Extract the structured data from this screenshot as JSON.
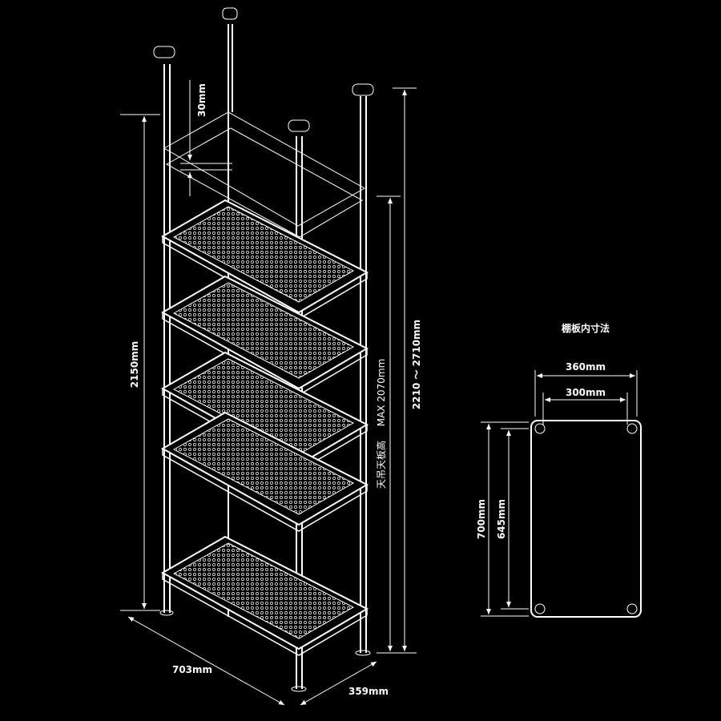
{
  "rack": {
    "dim_total_height": "2150mm",
    "dim_top_gap": "30mm",
    "dim_adjust_range": "2210 ～ 2710mm",
    "dim_max_label": "天吊天板高",
    "dim_max_value": "MAX 2070mm",
    "dim_width": "703mm",
    "dim_depth": "359mm"
  },
  "plan": {
    "title": "棚板内寸法",
    "outer_width": "360mm",
    "inner_width": "300mm",
    "outer_length": "700mm",
    "inner_length": "645mm"
  },
  "colors": {
    "background": "#000000",
    "line": "#ffffff"
  }
}
